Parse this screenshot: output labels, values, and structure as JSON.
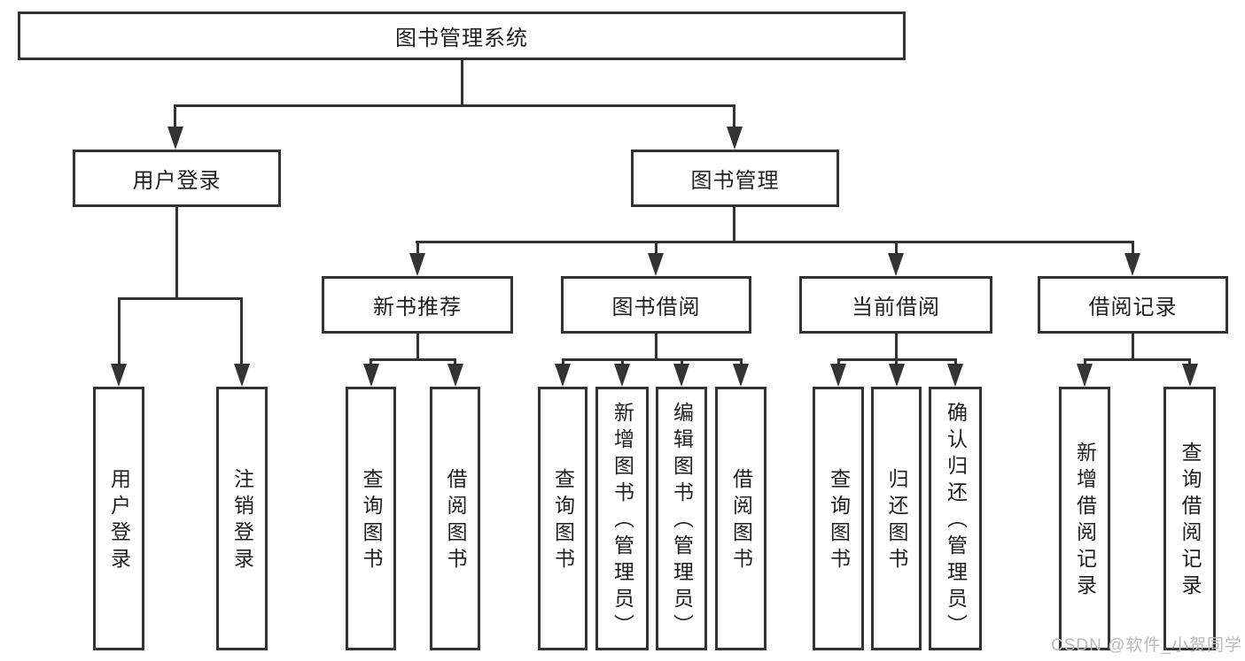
{
  "nodes": {
    "root": "图书管理系统",
    "user_login": "用户登录",
    "book_management": "图书管理",
    "new_book_recommendation": "新书推荐",
    "book_borrowing": "图书借阅",
    "current_borrowing": "当前借阅",
    "borrowing_records": "借阅记录",
    "user_login_action": "用户登录",
    "logout_action": "注销登录",
    "recommend_query_books": "查询图书",
    "recommend_borrow_books": "借阅图书",
    "borrow_query_books": "查询图书",
    "borrow_add_books": "新增图书（管理员）",
    "borrow_edit_books": "编辑图书（管理员）",
    "borrow_borrow_books": "借阅图书",
    "current_query_books": "查询图书",
    "current_return_books": "归还图书",
    "current_confirm_return": "确认归还（管理员）",
    "records_add_record": "新增借阅记录",
    "records_query_record": "查询借阅记录"
  },
  "watermark": "CSDN @软件_小贺同学",
  "colors": {
    "line": "#333333",
    "text": "#1f1f1f",
    "watermark": "#b9b9b9",
    "background": "#ffffff"
  }
}
